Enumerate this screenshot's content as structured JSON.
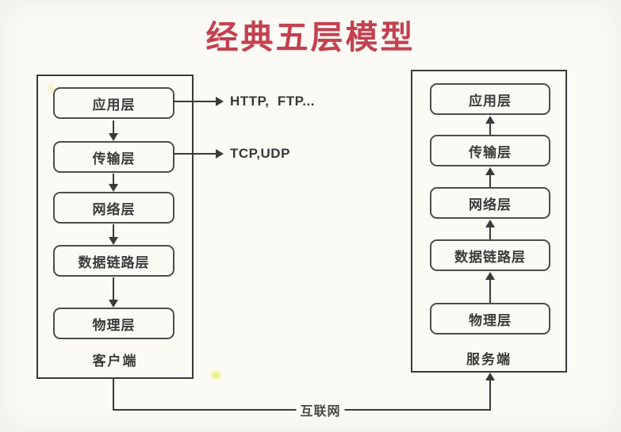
{
  "title": "经典五层模型",
  "colors": {
    "accent_red": "#c34150",
    "line": "#3a3a3a",
    "background": "#fbfaf4"
  },
  "client": {
    "label": "客户端",
    "layers": [
      {
        "label": "应用层"
      },
      {
        "label": "传输层"
      },
      {
        "label": "网络层"
      },
      {
        "label": "数据链路层"
      },
      {
        "label": "物理层"
      }
    ]
  },
  "server": {
    "label": "服务端",
    "layers": [
      {
        "label": "应用层"
      },
      {
        "label": "传输层"
      },
      {
        "label": "网络层"
      },
      {
        "label": "数据链路层"
      },
      {
        "label": "物理层"
      }
    ]
  },
  "annotations": {
    "application_protocols": "HTTP,  FTP...",
    "transport_protocols": "TCP,UDP"
  },
  "network_label": "互联网"
}
